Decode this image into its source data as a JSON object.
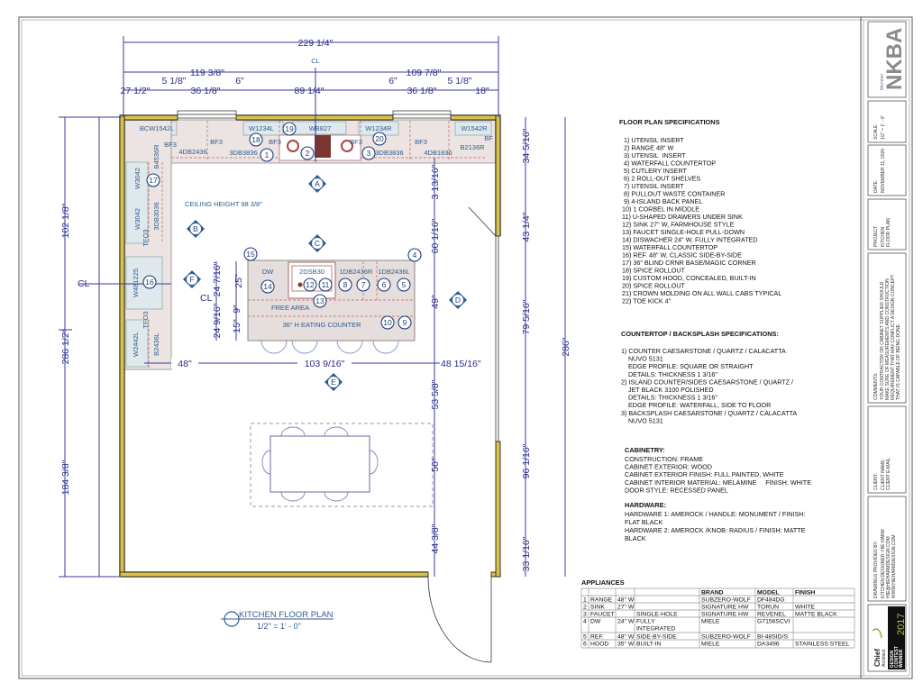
{
  "plan": {
    "title": "KITCHEN FLOOR PLAN",
    "scale": "1/2\" = 1' - 0\"",
    "ceiling": "CEILING HEIGHT 98 3/8\"",
    "dims_top": [
      "229 1/4\"",
      "CL",
      "119 3/8\"",
      "109 7/8\"",
      "27 1/2\"",
      "5 1/8\"",
      "36 1/8\"",
      "6\"",
      "89 1/4\"",
      "6\"",
      "36 1/8\"",
      "5 1/8\"",
      "18\""
    ],
    "dims_left": [
      "102 1/8\"",
      "286 1/2\"",
      "184 3/8\"",
      "CL"
    ],
    "dims_right": [
      "34 5/16\"",
      "43 1/4\"",
      "79 5/16\"",
      "96 1/16\"",
      "33 1/16\"",
      "286\""
    ],
    "dims_mid": [
      "3 13/16\"",
      "60 1/16\"",
      "49\"",
      "53 5/8\"",
      "50\"",
      "44 3/8\""
    ],
    "dims_island": [
      "48\"",
      "103 9/16\"",
      "48 15/16\"",
      "24 7/16\"",
      "24 9/16\"",
      "25\"",
      "9\"",
      "15\"",
      "CL"
    ],
    "cabinets": [
      "BCW1542L",
      "W1234L",
      "WB827",
      "W1234R",
      "W1542R",
      "BF3",
      "4DB2436",
      "BF3",
      "BF3",
      "3DB3836",
      "BF3",
      "3DB3836",
      "BF3",
      "4DB1836",
      "B2136R",
      "B4536R",
      "W3042",
      "W3042",
      "3DB3036",
      "TFO3",
      "W481225",
      "TFO3",
      "W2442L",
      "B2436L",
      "DW",
      "2DSB30",
      "1DB2436R",
      "1DB2436L",
      "FREE AREA",
      "36\" H  EATING COUNTER",
      "BF"
    ],
    "callouts": [
      "1",
      "2",
      "3",
      "18",
      "19",
      "20",
      "17",
      "16",
      "15",
      "4",
      "14",
      "12",
      "11",
      "8",
      "7",
      "6",
      "5",
      "13",
      "10",
      "9"
    ],
    "sections": [
      "A",
      "B",
      "C",
      "D",
      "E",
      "F"
    ],
    "colors": {
      "wall": "#d9c24a",
      "dimension": "#2b2a8c",
      "label": "#2d5d8f",
      "range": "#7a3530"
    }
  },
  "floor_specs": {
    "heading": "FLOOR PLAN SPECIFICATIONS",
    "items": [
      " 1) UTENSIL INSERT",
      " 2) RANGE 48\" W",
      " 3) UTENSIL  INSERT",
      " 4) WATERFALL COUNTERTOP",
      " 5) CUTLERY INSERT",
      " 6) 2 ROLL-OUT SHELVES",
      " 7) UTENSIL INSERT",
      " 8) PULLOUT WASTE CONTAINER",
      " 9) 4-ISLAND BACK PANEL",
      "10) 1 CORBEL IN MIDDLE",
      "11) U-SHAPED DRAWERS UNDER SINK",
      "12) SINK 27\" W, FARMHOUSE STYLE",
      "13) FAUCET SINGLE-HOLE PULL-DOWN",
      "14) DISWACHER 24\" W, FULLY INTEGRATED",
      "15) WATERFALL COUNTERTOP",
      "16) REF. 48\" W, CLASSIC SIDE-BY-SIDE",
      "17) 36\" BLIND CRNR BASE/MAGIC CORNER",
      "18) SPICE ROLLOUT",
      "19) CUSTOM HOOD, CONCEALED, BUILT-IN",
      "20) SPICE ROLLOUT",
      "21) CROWN MOLDING ON ALL WALL CABS TYPICAL",
      "22) TOE KICK 4\""
    ]
  },
  "countertop_specs": {
    "heading": "COUNTERTOP / BACKSPLASH SPECIFICATIONS:",
    "lines": [
      "1) COUNTER CAESARSTONE / QUARTZ / CALACATTA",
      "    NUVO 5131",
      "    EDGE PROFILE: SQUARE OR STRAIGHT",
      "    DETAILS: THICKNESS 1 3/16\"",
      "2) ISLAND COUNTER/SIDES CAESARSTONE / QUARTZ /",
      "    JET BLACK 3100 POLISHED",
      "    DETAILS: THICKNESS 1 3/16\"",
      "    EDGE PROFILE: WATERFALL, SIDE TO FLOOR",
      "3) BACKSPLASH CAESARSTONE / QUARTZ / CALACATTA",
      "    NUVO 5131"
    ]
  },
  "cabinetry": {
    "heading": "CABINETRY:",
    "lines": [
      "CONSTRUCTION: FRAME",
      "CABINET EXTERIOR: WOOD",
      "CABINET EXTERIOR FINISH: FULL PAINTED, WHITE",
      "CABINET INTERIOR MATERIAL: MELAMINE     FINISH: WHITE",
      "DOOR STYLE: RECESSED PANEL"
    ]
  },
  "hardware": {
    "heading": "HARDWARE:",
    "lines": [
      "HARDWARE 1: AMEROCK / HANDLE: MONUMENT / FINISH:",
      "FLAT BLACK",
      "HARDWARE 2: AMEROCK /KNOB: RADIUS / FINISH: MATTE",
      "BLACK"
    ]
  },
  "appliances": {
    "heading": "APPLIANCES",
    "columns": [
      "",
      "",
      "",
      "",
      "BRAND",
      "MODEL",
      "FINISH"
    ],
    "rows": [
      [
        "1",
        "RANGE",
        "48\" W",
        "",
        "SUBZERO-WOLF",
        "DF484DG",
        ""
      ],
      [
        "2",
        "SINK",
        "27\" W",
        "",
        "SIGNATURE HW",
        "TORUN",
        "WHITE"
      ],
      [
        "3",
        "FAUCET",
        "",
        "SINGLE-HOLE",
        "SIGNATURE HW",
        "REVENEL",
        "MATTE BLACK"
      ],
      [
        "4",
        "DW",
        "24\" W",
        "FULLY INTEGRATED",
        "MIELE",
        "G7156SCVI",
        ""
      ],
      [
        "5",
        "REF.",
        "48\" W",
        "SIDE-BY-SIDE",
        "SUBZERO-WOLF",
        "BI-48SID/S",
        ""
      ],
      [
        "6",
        "HOOD",
        "35\" W",
        "BUILT-IN",
        "MIELE",
        "DA3496",
        "STAINLESS STEEL"
      ]
    ]
  },
  "title_block": {
    "nkba": {
      "member": "Member",
      "logo": "NKBA"
    },
    "scale": {
      "label": "SCALE:",
      "value": "1/2\" = 1' - 0\""
    },
    "date": {
      "label": "DATE:",
      "value": "NOVEMBER 11, 2020"
    },
    "project": {
      "label": "PROJECT:",
      "value1": "KITCHEN",
      "value2": "FLOOR PLAN"
    },
    "comments": {
      "label": "COMMENTS:",
      "lines": [
        "YOUR CONTRACTOR OR CABINET SUPPLIER SHOULD",
        "MAKE SURE OF MEASUREMENTS AND CONSTRUCTION",
        "REQUIREMENT THAT MAY CONFLICT A DESIGN CONCEPT",
        "THAT IS CAPABLE OF BEING DONE."
      ]
    },
    "client": {
      "label": "CLIENT:",
      "name": "CLIENT NAME:",
      "email": "CLIENT E-MAIL:"
    },
    "drawings": {
      "label": "DRAWINGS PROVIDED BY:",
      "lines": [
        "KITCHEN DESIGNER: HIE HARM",
        "HIE@HIEHARMDESIGN.COM",
        "WWW.HIEHARMDESIGN.COM"
      ]
    },
    "award": {
      "l1": "DESIGN",
      "l2": "CONTEST",
      "l3": "WINNER",
      "year": "2017",
      "brand1": "Chief",
      "brand2": "Architect"
    }
  }
}
